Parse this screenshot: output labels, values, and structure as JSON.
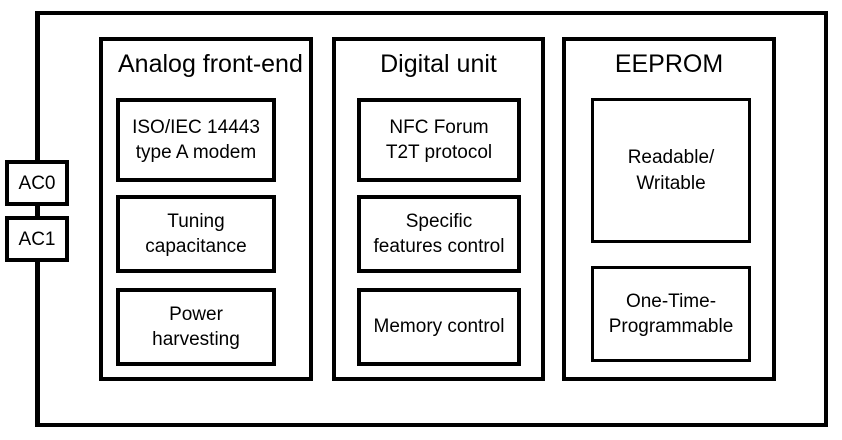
{
  "diagram": {
    "pins": [
      {
        "label": "AC0",
        "name": "pin-ac0"
      },
      {
        "label": "AC1",
        "name": "pin-ac1"
      }
    ],
    "units": [
      {
        "title": "Analog front-end",
        "blocks": [
          {
            "line1": "ISO/IEC 14443",
            "line2": "type A modem"
          },
          {
            "line1": "Tuning",
            "line2": "capacitance"
          },
          {
            "line1": "Power",
            "line2": "harvesting"
          }
        ]
      },
      {
        "title": "Digital unit",
        "blocks": [
          {
            "line1": "NFC Forum",
            "line2": "T2T protocol"
          },
          {
            "line1": "Specific",
            "line2": "features control"
          },
          {
            "line1": "Memory control",
            "line2": ""
          }
        ]
      },
      {
        "title": "EEPROM",
        "blocks": [
          {
            "line1": "Readable/",
            "line2": "Writable"
          },
          {
            "line1": "One-Time-",
            "line2": "Programmable"
          }
        ]
      }
    ],
    "colors": {
      "stroke": "#000000",
      "background": "#ffffff"
    }
  }
}
